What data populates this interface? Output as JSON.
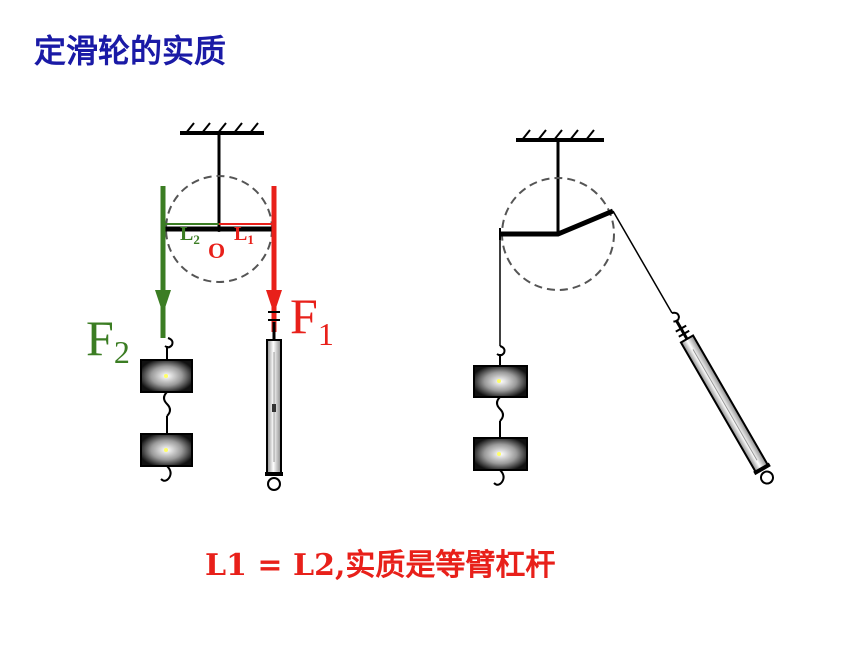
{
  "title": "定滑轮的实质",
  "conclusion": "L1 = L2,实质是等臂杠杆",
  "labels": {
    "f2_letter": "F",
    "f2_sub": "2",
    "f1_letter": "F",
    "f1_sub": "1",
    "l2_letter": "L",
    "l2_sub": "2",
    "l1_letter": "L",
    "l1_sub": "1",
    "pivot": "O"
  },
  "colors": {
    "title": "#1a1aa6",
    "conclusion": "#e8201a",
    "f1": "#e8201a",
    "f2": "#3b7d23"
  }
}
